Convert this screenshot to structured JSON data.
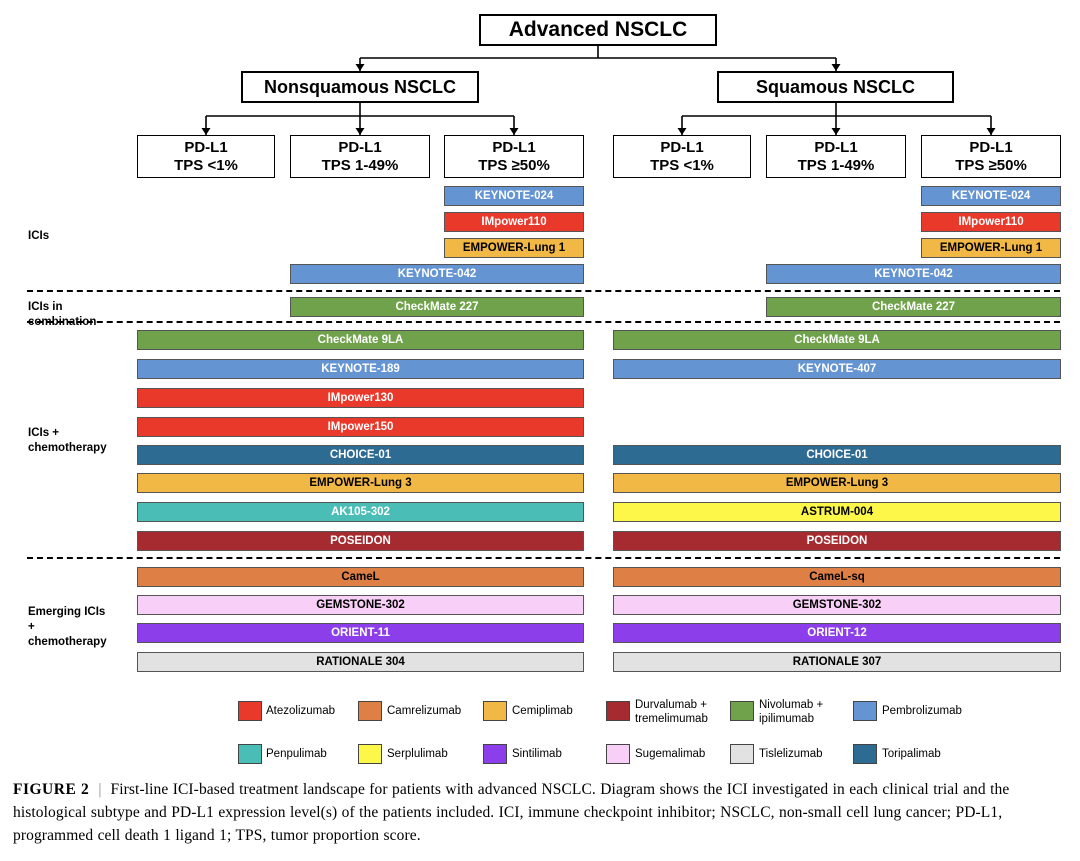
{
  "title": "Advanced NSCLC",
  "branches": [
    {
      "name": "Nonsquamous NSCLC",
      "pd_l1": [
        {
          "line1": "PD-L1",
          "line2": "TPS <1%"
        },
        {
          "line1": "PD-L1",
          "line2": "TPS 1-49%"
        },
        {
          "line1": "PD-L1",
          "line2": "TPS ≥50%"
        }
      ]
    },
    {
      "name": "Squamous NSCLC",
      "pd_l1": [
        {
          "line1": "PD-L1",
          "line2": "TPS <1%"
        },
        {
          "line1": "PD-L1",
          "line2": "TPS 1-49%"
        },
        {
          "line1": "PD-L1",
          "line2": "TPS ≥50%"
        }
      ]
    }
  ],
  "categories": [
    {
      "label": "ICIs"
    },
    {
      "label": "ICIs in combination"
    },
    {
      "label": "ICIs +\nchemotherapy"
    },
    {
      "label": "Emerging ICIs\n+ chemotherapy"
    }
  ],
  "colors": {
    "Atezolizumab": "#e8392b",
    "Camrelizumab": "#de7f45",
    "Cemiplimab": "#f2b845",
    "Durvalumab + tremelimumab": "#a52b31",
    "Nivolumab + ipilimumab": "#6fa24a",
    "Pembrolizumab": "#6494d2",
    "Penpulimab": "#4bbdb7",
    "Serplulimab": "#fdf74a",
    "Sintilimab": "#8b3ee9",
    "Sugemalimab": "#f7cff7",
    "Tislelizumab": "#e2e2e2",
    "Toripalimab": "#2e6b93"
  },
  "trials": [
    {
      "name": "KEYNOTE-024",
      "drug": "Pembrolizumab",
      "branch": 0,
      "cols": [
        2,
        2
      ]
    },
    {
      "name": "IMpower110",
      "drug": "Atezolizumab",
      "branch": 0,
      "cols": [
        2,
        2
      ]
    },
    {
      "name": "EMPOWER-Lung 1",
      "drug": "Cemiplimab",
      "branch": 0,
      "cols": [
        2,
        2
      ]
    },
    {
      "name": "KEYNOTE-042",
      "drug": "Pembrolizumab",
      "branch": 0,
      "cols": [
        1,
        2
      ]
    },
    {
      "name": "CheckMate 227",
      "drug": "Nivolumab + ipilimumab",
      "branch": 0,
      "cols": [
        1,
        2
      ]
    },
    {
      "name": "CheckMate 9LA",
      "drug": "Nivolumab + ipilimumab",
      "branch": 0,
      "cols": [
        0,
        2
      ]
    },
    {
      "name": "KEYNOTE-189",
      "drug": "Pembrolizumab",
      "branch": 0,
      "cols": [
        0,
        2
      ]
    },
    {
      "name": "IMpower130",
      "drug": "Atezolizumab",
      "branch": 0,
      "cols": [
        0,
        2
      ]
    },
    {
      "name": "IMpower150",
      "drug": "Atezolizumab",
      "branch": 0,
      "cols": [
        0,
        2
      ]
    },
    {
      "name": "CHOICE-01",
      "drug": "Toripalimab",
      "branch": 0,
      "cols": [
        0,
        2
      ]
    },
    {
      "name": "EMPOWER-Lung 3",
      "drug": "Cemiplimab",
      "branch": 0,
      "cols": [
        0,
        2
      ]
    },
    {
      "name": "AK105-302",
      "drug": "Penpulimab",
      "branch": 0,
      "cols": [
        0,
        2
      ]
    },
    {
      "name": "POSEIDON",
      "drug": "Durvalumab + tremelimumab",
      "branch": 0,
      "cols": [
        0,
        2
      ]
    },
    {
      "name": "CameL",
      "drug": "Camrelizumab",
      "branch": 0,
      "cols": [
        0,
        2
      ]
    },
    {
      "name": "GEMSTONE-302",
      "drug": "Sugemalimab",
      "branch": 0,
      "cols": [
        0,
        2
      ]
    },
    {
      "name": "ORIENT-11",
      "drug": "Sintilimab",
      "branch": 0,
      "cols": [
        0,
        2
      ]
    },
    {
      "name": "RATIONALE 304",
      "drug": "Tislelizumab",
      "branch": 0,
      "cols": [
        0,
        2
      ]
    },
    {
      "name": "KEYNOTE-024",
      "drug": "Pembrolizumab",
      "branch": 1,
      "cols": [
        2,
        2
      ]
    },
    {
      "name": "IMpower110",
      "drug": "Atezolizumab",
      "branch": 1,
      "cols": [
        2,
        2
      ]
    },
    {
      "name": "EMPOWER-Lung 1",
      "drug": "Cemiplimab",
      "branch": 1,
      "cols": [
        2,
        2
      ]
    },
    {
      "name": "KEYNOTE-042",
      "drug": "Pembrolizumab",
      "branch": 1,
      "cols": [
        1,
        2
      ]
    },
    {
      "name": "CheckMate 227",
      "drug": "Nivolumab + ipilimumab",
      "branch": 1,
      "cols": [
        1,
        2
      ]
    },
    {
      "name": "CheckMate 9LA",
      "drug": "Nivolumab + ipilimumab",
      "branch": 1,
      "cols": [
        0,
        2
      ]
    },
    {
      "name": "KEYNOTE-407",
      "drug": "Pembrolizumab",
      "branch": 1,
      "cols": [
        0,
        2
      ]
    },
    {
      "name": "CHOICE-01",
      "drug": "Toripalimab",
      "branch": 1,
      "cols": [
        0,
        2
      ]
    },
    {
      "name": "EMPOWER-Lung 3",
      "drug": "Cemiplimab",
      "branch": 1,
      "cols": [
        0,
        2
      ]
    },
    {
      "name": "ASTRUM-004",
      "drug": "Serplulimab",
      "branch": 1,
      "cols": [
        0,
        2
      ]
    },
    {
      "name": "POSEIDON",
      "drug": "Durvalumab + tremelimumab",
      "branch": 1,
      "cols": [
        0,
        2
      ]
    },
    {
      "name": "CameL-sq",
      "drug": "Camrelizumab",
      "branch": 1,
      "cols": [
        0,
        2
      ]
    },
    {
      "name": "GEMSTONE-302",
      "drug": "Sugemalimab",
      "branch": 1,
      "cols": [
        0,
        2
      ]
    },
    {
      "name": "ORIENT-12",
      "drug": "Sintilimab",
      "branch": 1,
      "cols": [
        0,
        2
      ]
    },
    {
      "name": "RATIONALE 307",
      "drug": "Tislelizumab",
      "branch": 1,
      "cols": [
        0,
        2
      ]
    }
  ],
  "legend": [
    {
      "label": "Atezolizumab",
      "drug": "Atezolizumab"
    },
    {
      "label": "Camrelizumab",
      "drug": "Camrelizumab"
    },
    {
      "label": "Cemiplimab",
      "drug": "Cemiplimab"
    },
    {
      "label": "Durvalumab +\ntremelimumab",
      "drug": "Durvalumab + tremelimumab"
    },
    {
      "label": "Nivolumab +\nipilimumab",
      "drug": "Nivolumab + ipilimumab"
    },
    {
      "label": "Pembrolizumab",
      "drug": "Pembrolizumab"
    },
    {
      "label": "Penpulimab",
      "drug": "Penpulimab"
    },
    {
      "label": "Serplulimab",
      "drug": "Serplulimab"
    },
    {
      "label": "Sintilimab",
      "drug": "Sintilimab"
    },
    {
      "label": "Sugemalimab",
      "drug": "Sugemalimab"
    },
    {
      "label": "Tislelizumab",
      "drug": "Tislelizumab"
    },
    {
      "label": "Toripalimab",
      "drug": "Toripalimab"
    }
  ],
  "caption": {
    "label": "FIGURE 2",
    "separator": "|",
    "text": "First-line ICI-based treatment landscape for patients with advanced NSCLC. Diagram shows the ICI investigated in each clinical trial and the histological subtype and PD-L1 expression level(s) of the patients included. ICI, immune checkpoint inhibitor; NSCLC, non-small cell lung cancer; PD-L1, programmed cell death 1 ligand 1; TPS, tumor proportion score."
  }
}
